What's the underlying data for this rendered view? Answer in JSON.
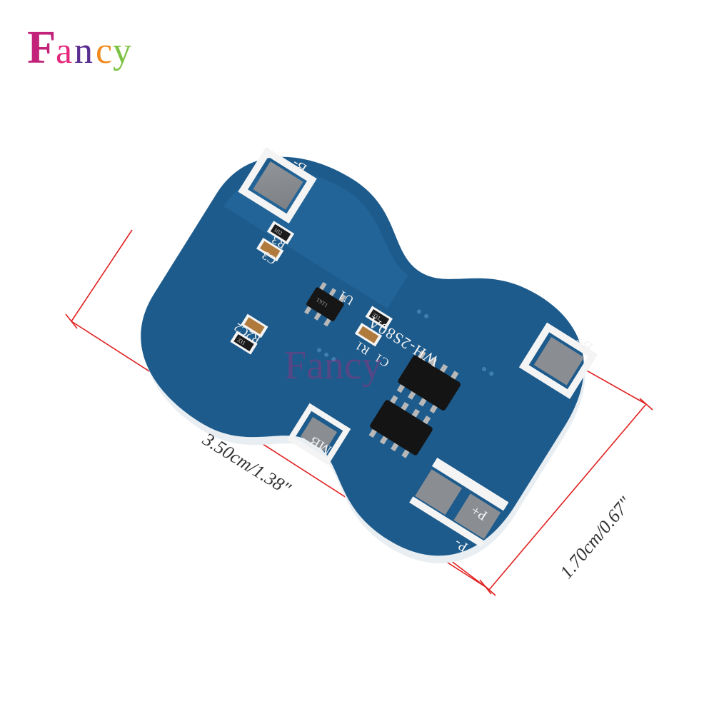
{
  "brand": {
    "logo_text": "Fancy",
    "letters": [
      {
        "ch": "F",
        "color": "#c2227a"
      },
      {
        "ch": "a",
        "color": "#e4287c"
      },
      {
        "ch": "n",
        "color": "#5a2d91"
      },
      {
        "ch": "c",
        "color": "#f08a1c"
      },
      {
        "ch": "y",
        "color": "#7cc242"
      }
    ],
    "watermark": "Fancy"
  },
  "board": {
    "model": "WH-2S80A",
    "color": "#1d5b8c",
    "labels": {
      "b_minus": "B-",
      "b_plus": "B+",
      "mb": "MB",
      "p_plus": "P+",
      "p_minus": "P-",
      "u1": "U1",
      "r1": "R1",
      "c1": "C1",
      "r2c2": "R2C2",
      "r3": "R3",
      "c3": "C3"
    },
    "chip_markings": {
      "resistor_top": "102",
      "resistor_r1": "331",
      "resistor_r2": "331",
      "u1_code": "T9T1"
    }
  },
  "dimensions": {
    "length": "3.50cm/1.38″",
    "width": "1.70cm/0.67″",
    "line_color": "#e02020"
  }
}
